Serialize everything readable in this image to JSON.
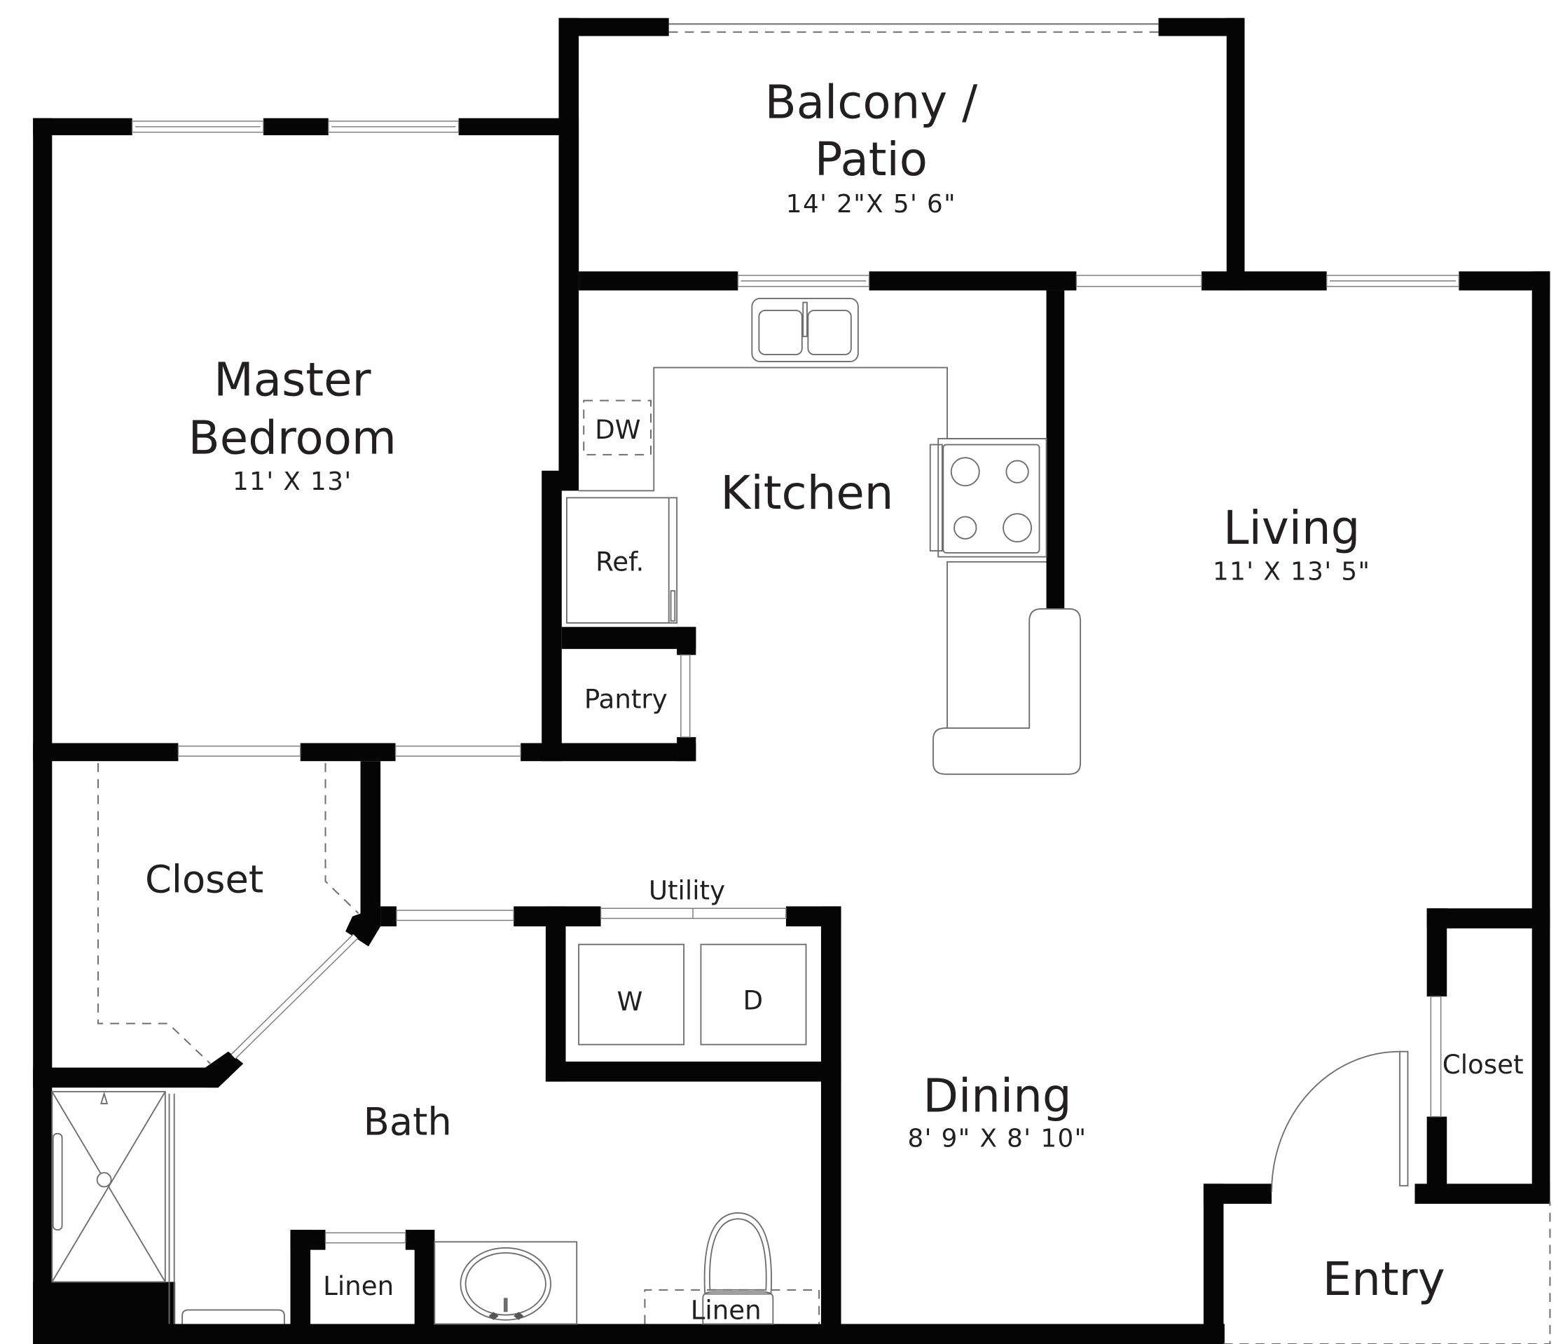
{
  "floorplan": {
    "rooms": [
      {
        "id": "balcony",
        "name_line1": "Balcony /",
        "name_line2": "Patio",
        "dimensions": "14' 2\"X 5' 6\""
      },
      {
        "id": "master_bedroom",
        "name_line1": "Master",
        "name_line2": "Bedroom",
        "dimensions": "11' X 13'"
      },
      {
        "id": "kitchen",
        "name": "Kitchen"
      },
      {
        "id": "living",
        "name": "Living",
        "dimensions": "11' X 13' 5\""
      },
      {
        "id": "dining",
        "name": "Dining",
        "dimensions": "8' 9\" X 8' 10\""
      },
      {
        "id": "master_closet",
        "name": "Closet"
      },
      {
        "id": "bath",
        "name": "Bath"
      },
      {
        "id": "utility",
        "name": "Utility"
      },
      {
        "id": "entry",
        "name": "Entry"
      },
      {
        "id": "entry_closet",
        "name": "Closet"
      },
      {
        "id": "pantry",
        "name": "Pantry"
      },
      {
        "id": "linen_1",
        "name": "Linen"
      },
      {
        "id": "linen_2",
        "name": "Linen"
      }
    ],
    "fixtures": {
      "dishwasher": "DW",
      "refrigerator": "Ref.",
      "washer": "W",
      "dryer": "D"
    },
    "colors": {
      "wall": "#050505",
      "fixture_line": "#6e6e6e",
      "text": "#231f20",
      "background": "#ffffff"
    }
  }
}
